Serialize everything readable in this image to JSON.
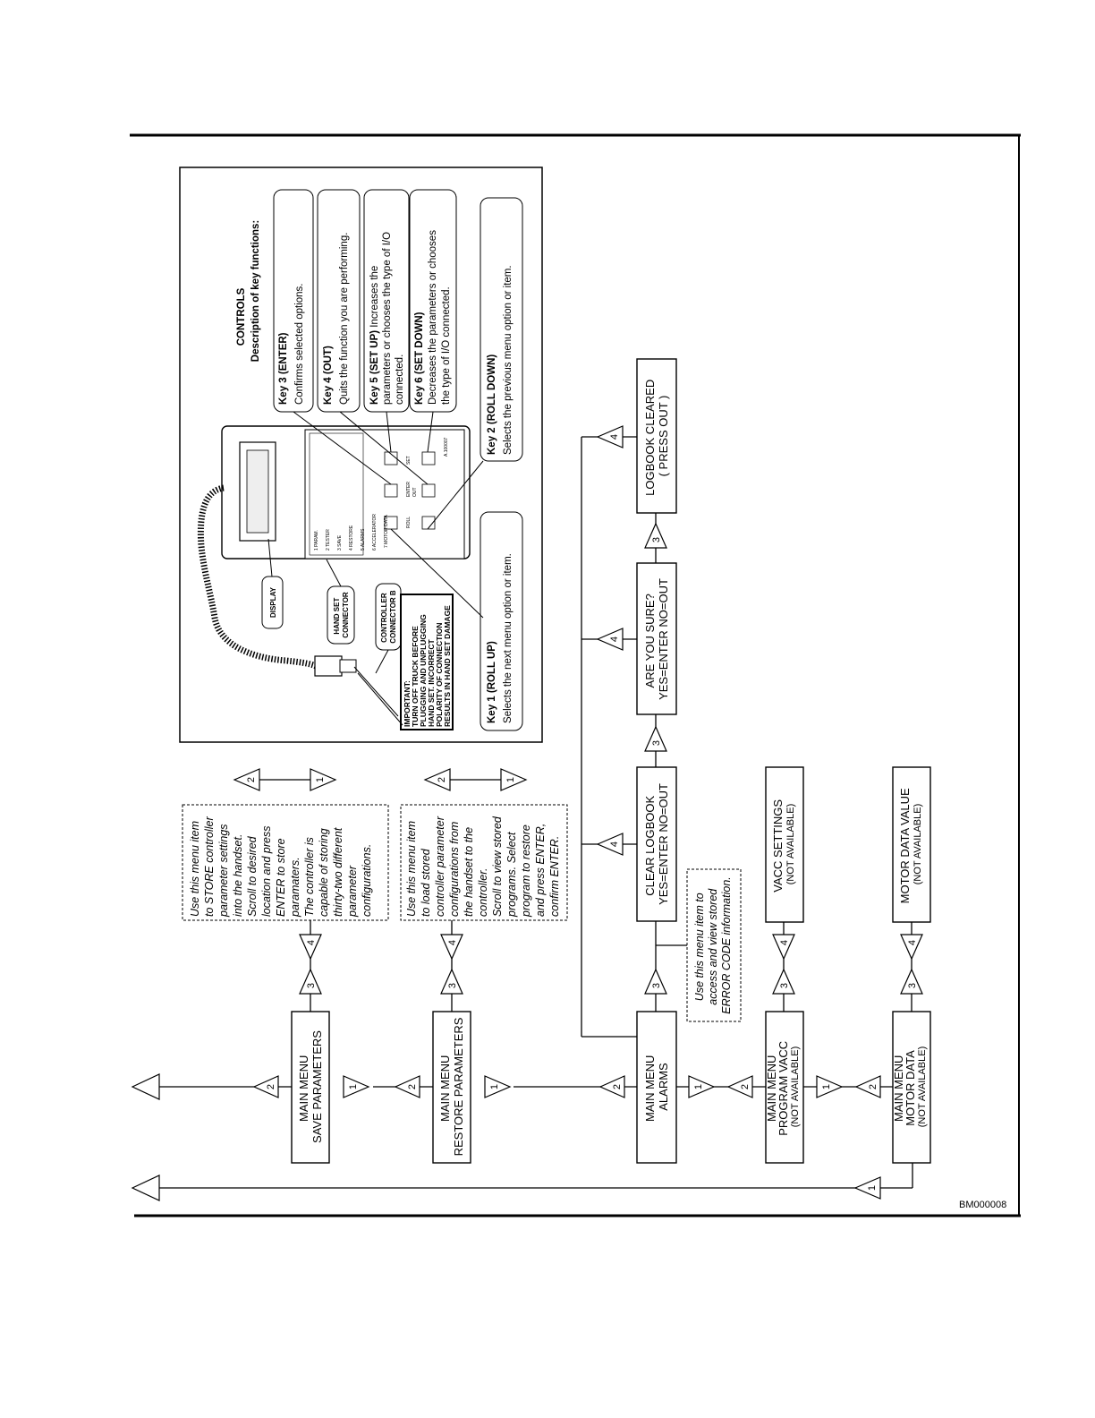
{
  "code": "BM000008",
  "boxes": {
    "save": [
      "MAIN MENU",
      "SAVE PARAMETERS"
    ],
    "restore": [
      "MAIN MENU",
      "RESTORE PARAMETERS"
    ],
    "alarms": [
      "MAIN MENU",
      "ALARMS"
    ],
    "vacc": [
      "MAIN MENU",
      "PROGRAM VACC",
      "(NOT AVAILABLE)"
    ],
    "motor": [
      "MAIN MENU",
      "MOTOR DATA",
      "(NOT AVAILABLE)"
    ],
    "clear_logbook": [
      "CLEAR LOGBOOK",
      "YES=ENTER  NO=OUT"
    ],
    "are_you_sure": [
      "ARE YOU SURE?",
      "YES=ENTER  NO=OUT"
    ],
    "logbook_cleared": [
      "LOGBOOK CLEARED",
      "( PRESS  OUT )"
    ],
    "vacc_settings": [
      "VACC SETTINGS",
      "(NOT AVAILABLE)"
    ],
    "motor_data_value": [
      "MOTOR DATA VALUE",
      "(NOT AVAILABLE)"
    ]
  },
  "notes": {
    "save": [
      "Use this menu item",
      "to STORE controller",
      "parameter settings",
      "into the handset.",
      "Scroll to desired",
      "location and press",
      "ENTER to store",
      "paramaters.",
      "The controller is",
      "capable of storing",
      "thirty-two different",
      "parameter",
      "configurations."
    ],
    "restore": [
      "Use this menu item",
      "to load stored",
      "controller parameter",
      "configurations from",
      "the handset to the",
      "controller.",
      "Scroll to view stored",
      "programs. Select",
      "program to restore",
      "and press ENTER,",
      "confirm ENTER."
    ],
    "alarms": [
      "Use this menu item to",
      "access  and view stored",
      "ERROR CODE information."
    ]
  },
  "triangles": {
    "t1": "1",
    "t2": "2",
    "t3": "3",
    "t4": "4"
  },
  "controls": {
    "title": "CONTROLS",
    "subtitle": "Description of key functions:",
    "key3": [
      "Key 3 (ENTER)",
      "Confirms selected options."
    ],
    "key4": [
      "Key 4 (OUT)",
      "Quits the function you are performing."
    ],
    "key5": [
      "Key 5 (SET UP)",
      " Increases the",
      "parameters or chooses the type of I/O",
      "connected."
    ],
    "key6": [
      "Key 6 (SET DOWN)",
      "Decreases  the parameters or chooses",
      "the type of I/O connected."
    ],
    "key2": [
      "Key 2 (ROLL DOWN)",
      "Selects the previous menu option or item."
    ],
    "key1": [
      "Key 1 (ROLL  UP)",
      "Selects the next menu option or item."
    ],
    "display": "DISPLAY",
    "handset_connector": [
      "HAND SET",
      "CONNECTOR"
    ],
    "controller_connector": [
      "CONTROLLER",
      "CONNECTOR B"
    ],
    "important": [
      "IMPORTANT:",
      "TURN OFF TRUCK BEFORE",
      "PLUGGING AND UNPLUGGING",
      "HAND SET.  INCORRECT",
      "POLARITY OF CONNECTION",
      "RESULTS IN HAND SET DAMAGE"
    ],
    "figure_code": "A.100007",
    "handset_menu": [
      "1  PARAM.",
      "2  TESTER",
      "3  SAVE",
      "4  RESTORE",
      "5  ALARMS",
      "6  ACCELERATOR",
      "7  MOTOR DATA"
    ],
    "handset_keys": [
      "ROLL",
      "ENTER",
      "OUT",
      "SET"
    ]
  }
}
